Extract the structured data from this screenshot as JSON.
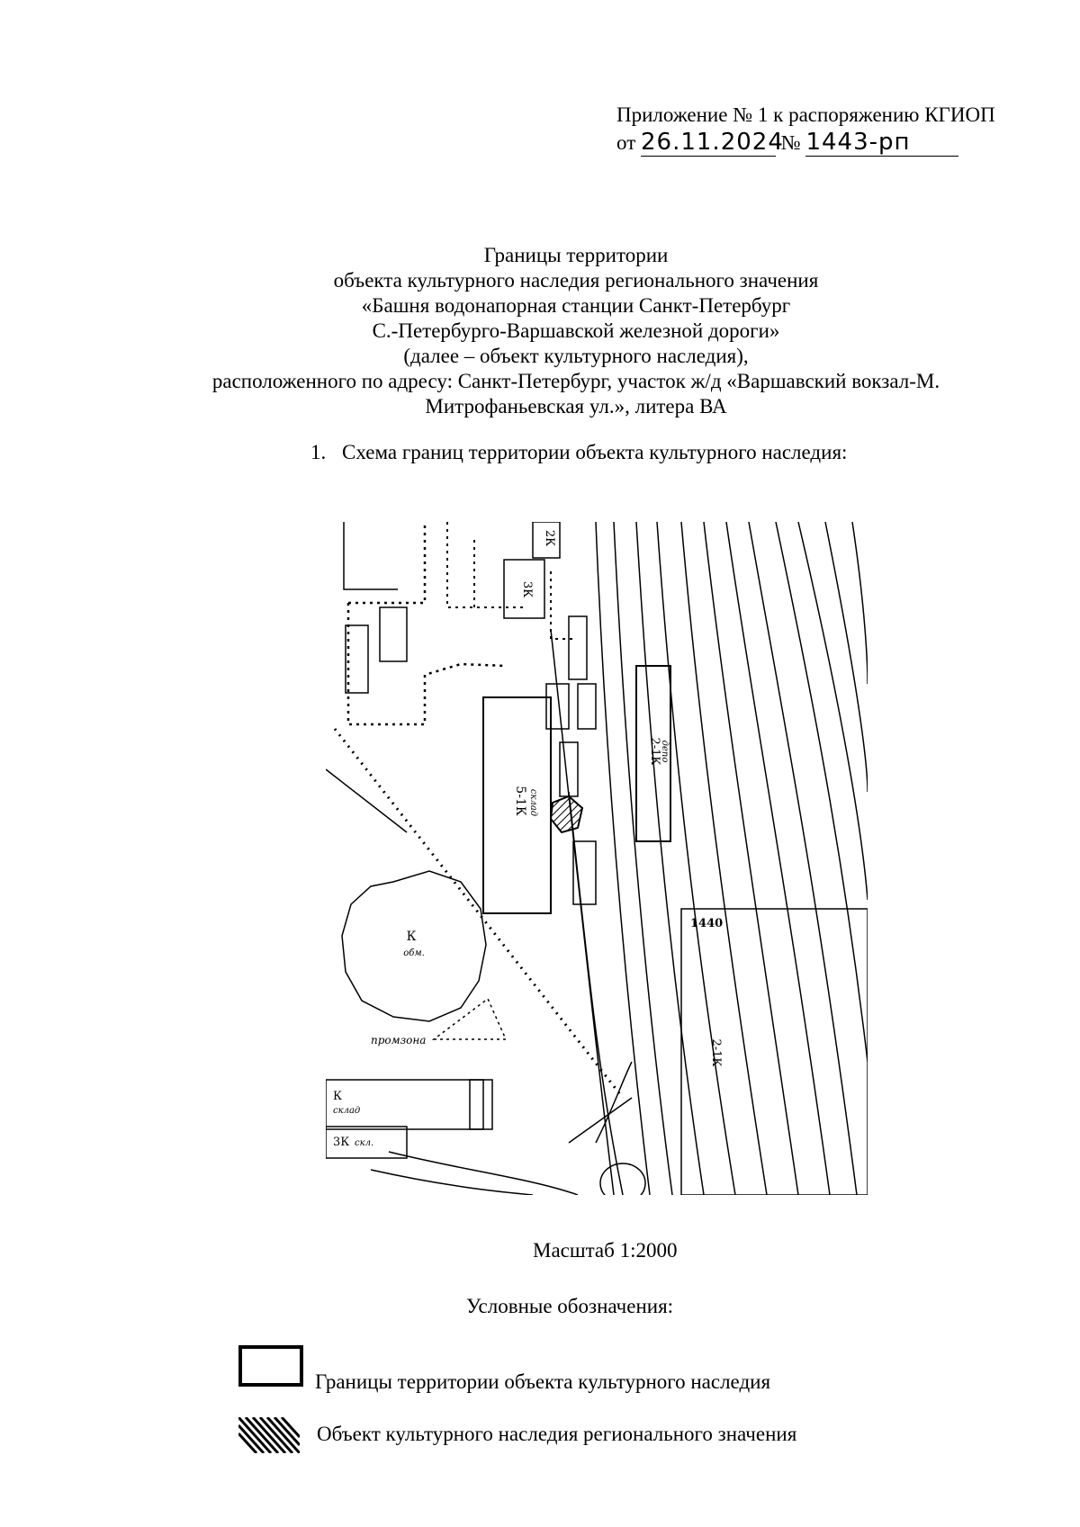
{
  "header": {
    "line1": "Приложение № 1 к распоряжению КГИОП",
    "date_prefix": "от",
    "date_value": "26.11.2024",
    "number_prefix": "№",
    "number_value": "1443-рп"
  },
  "title": {
    "lines": [
      "Границы территории",
      "объекта культурного наследия регионального значения",
      "«Башня водонапорная станции Санкт-Петербург",
      "С.-Петербурго-Варшавской железной дороги»",
      "(далее – объект культурного наследия),",
      "расположенного по адресу: Санкт-Петербург, участок ж/д «Варшавский вокзал-М.",
      "Митрофаньевская ул.», литера ВА"
    ]
  },
  "section": {
    "number": "1.",
    "text": "Схема границ территории объекта культурного наследия:"
  },
  "map": {
    "labels": {
      "gas_holder": "К",
      "gas_holder_sub": "обм.",
      "warehouse_5": "5-1К",
      "warehouse_5_sub": "склад",
      "depot": "2-1К",
      "depot_sub": "депо",
      "zone": "промзона",
      "bottom_k": "К",
      "bottom_k_sub": "склад",
      "bottom_3k": "3К",
      "bottom_3k_sub": "скл.",
      "n1440": "1440",
      "right_2k": "2-1К",
      "nk_3k": "3К",
      "nk_2k": "2К"
    }
  },
  "scale_text": "Масштаб 1:2000",
  "legend": {
    "title": "Условные обозначения:",
    "items": [
      {
        "text": "Границы территории объекта культурного наследия"
      },
      {
        "text": "Объект культурного наследия регионального значения"
      }
    ]
  }
}
